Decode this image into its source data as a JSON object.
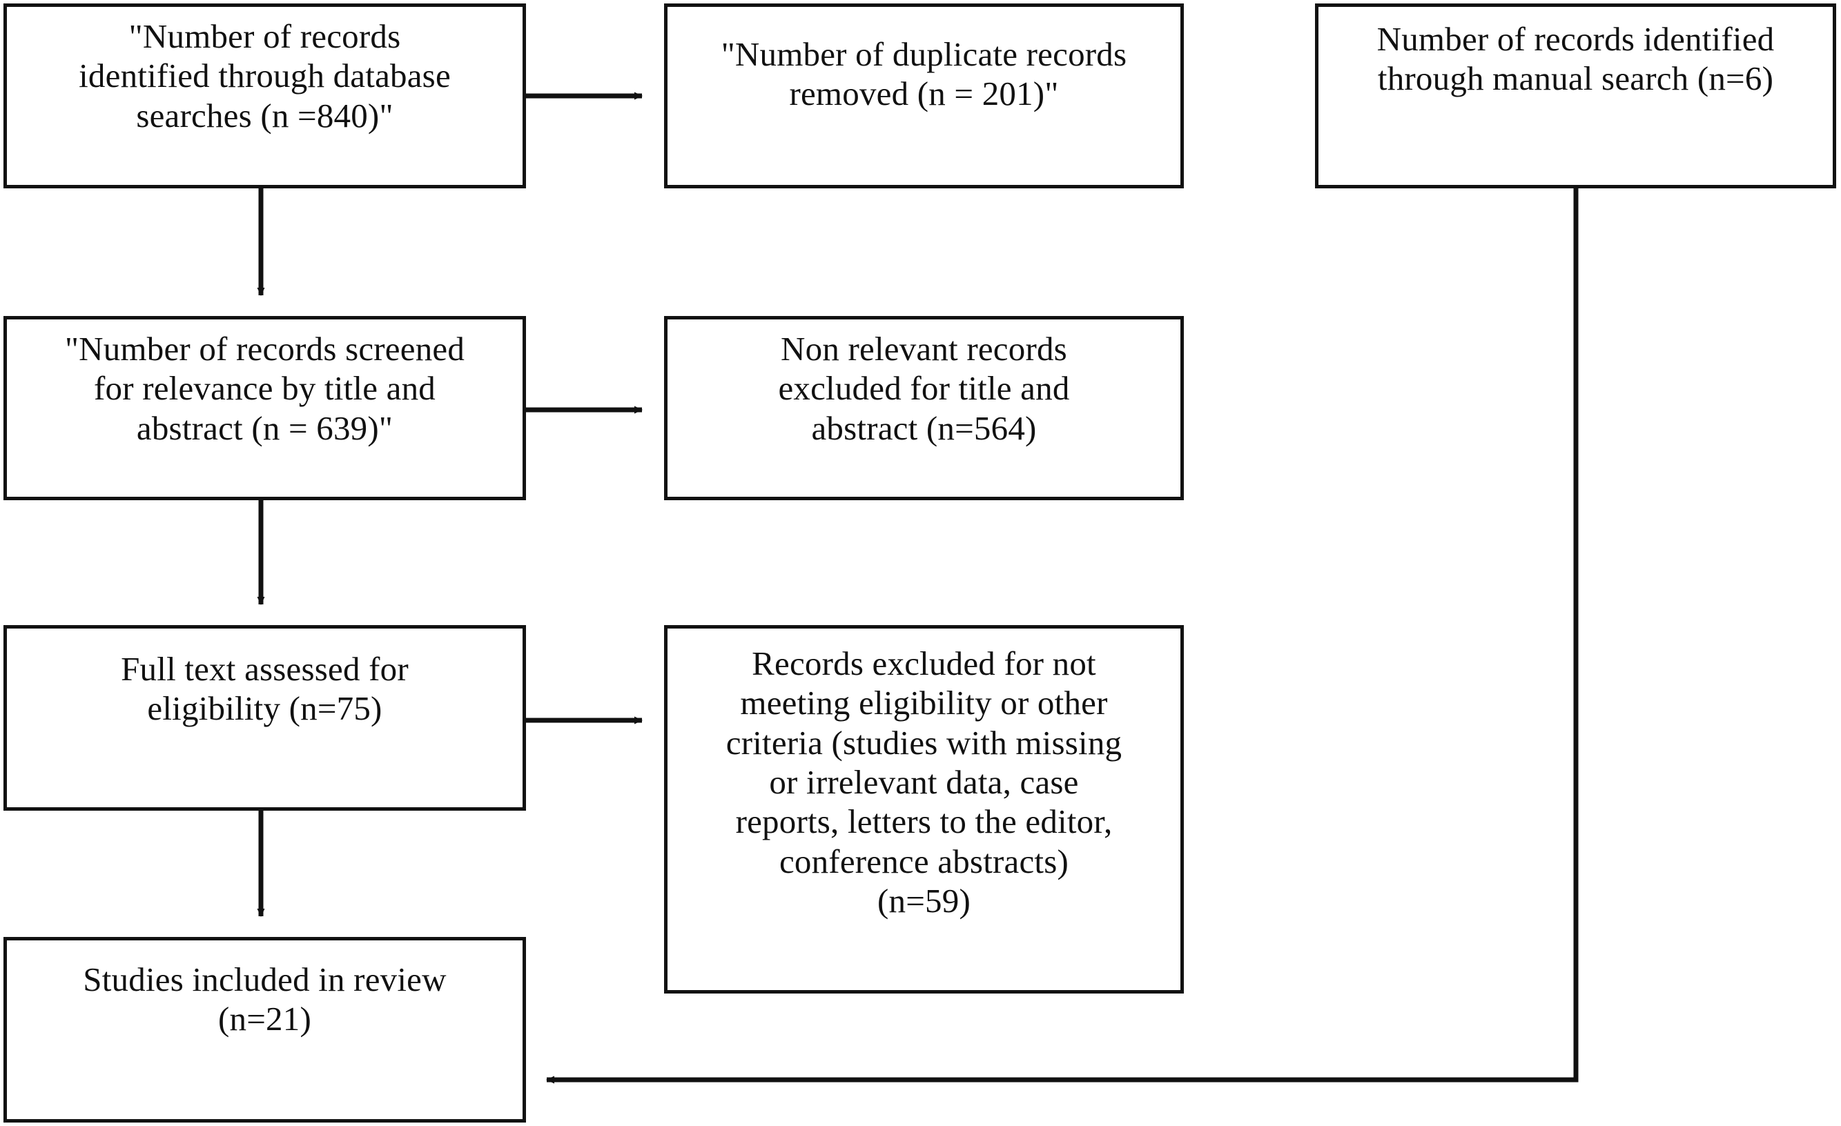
{
  "diagram": {
    "type": "prisma-flow-diagram",
    "background_color": "#ffffff",
    "line_color": "#111111",
    "text_color": "#111111",
    "boxes": [
      {
        "id": "records-identified-database",
        "text": "\"Number of records\nidentified through database\nsearches (n =840)\""
      },
      {
        "id": "duplicate-records-removed",
        "text": "\"Number of duplicate records\nremoved (n = 201)\""
      },
      {
        "id": "records-identified-manual",
        "text": "Number of records identified\nthrough manual search (n=6)"
      },
      {
        "id": "records-screened",
        "text": "\"Number of records screened\nfor relevance by title and\nabstract (n = 639)\""
      },
      {
        "id": "non-relevant-excluded",
        "text": "Non relevant records\nexcluded for title and\nabstract (n=564)"
      },
      {
        "id": "full-text-assessed",
        "text": "Full text assessed for\neligibility (n=75)"
      },
      {
        "id": "records-excluded-eligibility",
        "text": "Records excluded for not\nmeeting eligibility or other\ncriteria (studies with missing\nor irrelevant data, case\nreports, letters to the editor,\nconference abstracts)\n(n=59)"
      },
      {
        "id": "studies-included",
        "text": "Studies included in review\n(n=21)"
      }
    ],
    "counts": {
      "database_searches": 840,
      "duplicates_removed": 201,
      "manual_search": 6,
      "screened": 639,
      "excluded_title_abstract": 564,
      "full_text_assessed": 75,
      "excluded_eligibility": 59,
      "included": 21
    },
    "arrows": [
      {
        "id": "arrow-identified-to-duplicates",
        "direction": "right"
      },
      {
        "id": "arrow-identified-to-screened",
        "direction": "down"
      },
      {
        "id": "arrow-screened-to-nonrelevant",
        "direction": "right"
      },
      {
        "id": "arrow-screened-to-fulltext",
        "direction": "down"
      },
      {
        "id": "arrow-fulltext-to-excluded",
        "direction": "right"
      },
      {
        "id": "arrow-fulltext-to-included",
        "direction": "down"
      },
      {
        "id": "arrow-manual-to-included",
        "direction": "left"
      }
    ]
  }
}
